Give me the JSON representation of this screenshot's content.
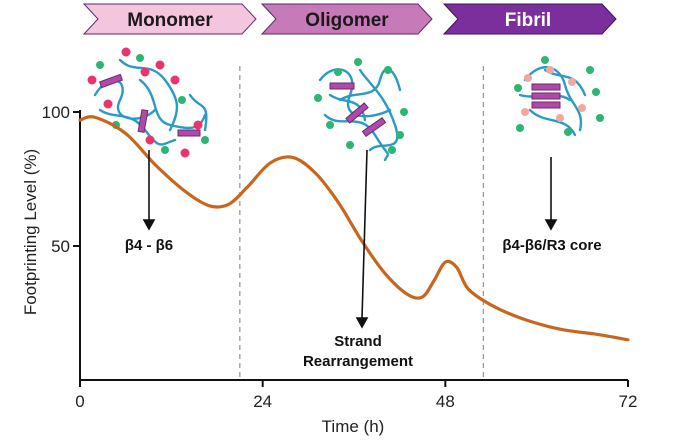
{
  "stages": [
    {
      "label": "Monomer",
      "fill": "#f3c6dd",
      "text_color": "#1a1a1a"
    },
    {
      "label": "Oligomer",
      "fill": "#c77ab8",
      "text_color": "#1a1a1a"
    },
    {
      "label": "Fibril",
      "fill": "#7a2f9c",
      "text_color": "#ffffff"
    }
  ],
  "annotations": {
    "monomer_region": "β4 - β6",
    "strand_line1": "Strand",
    "strand_line2": "Rearrangement",
    "fibril_core": "β4-β6/R3 core"
  },
  "chart_data": {
    "type": "line",
    "title": "",
    "xlabel": "Time (h)",
    "ylabel": "Footprinting Level (%)",
    "x_ticks": [
      0,
      24,
      48,
      72
    ],
    "y_ticks": [
      50,
      100
    ],
    "xlim": [
      0,
      72
    ],
    "ylim": [
      0,
      100
    ],
    "grid": false,
    "dividers_x": [
      21,
      53
    ],
    "line_color": "#c9661e",
    "series": [
      {
        "points": [
          [
            0,
            97
          ],
          [
            2,
            98
          ],
          [
            6,
            92
          ],
          [
            10,
            80
          ],
          [
            14,
            70
          ],
          [
            17,
            65
          ],
          [
            19.5,
            65.5
          ],
          [
            22,
            72
          ],
          [
            25,
            81
          ],
          [
            28,
            83
          ],
          [
            31,
            77
          ],
          [
            34,
            66
          ],
          [
            37,
            52
          ],
          [
            40,
            40
          ],
          [
            43,
            32
          ],
          [
            45,
            31
          ],
          [
            46.5,
            37
          ],
          [
            48,
            44
          ],
          [
            49.5,
            42
          ],
          [
            51,
            34
          ],
          [
            54,
            28
          ],
          [
            58,
            23
          ],
          [
            63,
            19
          ],
          [
            68,
            17
          ],
          [
            72,
            15
          ]
        ]
      }
    ]
  },
  "colors": {
    "strand": "#2a9ac6",
    "sheet": "#b04aa8",
    "pink_dot": "#e8356b",
    "green_dot": "#2bb673",
    "peach_dot": "#f2a7a0",
    "divider": "#9a9a9a"
  }
}
